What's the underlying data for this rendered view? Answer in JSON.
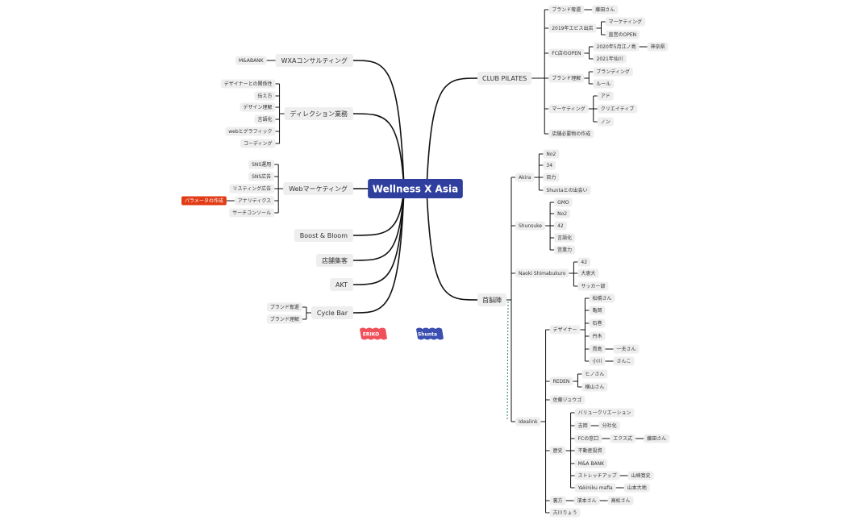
{
  "central": {
    "label": "Wellness X Asia",
    "color": "#2e3f9e"
  },
  "colors": {
    "line": "#111111",
    "node_bg": "#eeeeee",
    "dash": "#2a7f7a",
    "red_node": "#e23b16"
  },
  "left_topics": [
    {
      "id": "wxa",
      "label": "WXAコンサルティング",
      "children": [
        {
          "label": "M&ABANK"
        }
      ]
    },
    {
      "id": "direction",
      "label": "ディレクション業務",
      "children": [
        {
          "label": "デザイナーとの関係性"
        },
        {
          "label": "伝え方"
        },
        {
          "label": "デザイン理解"
        },
        {
          "label": "言語化"
        },
        {
          "label": "webとグラフィック"
        },
        {
          "label": "コーディング"
        }
      ]
    },
    {
      "id": "webmkt",
      "label": "Webマーケティング",
      "children": [
        {
          "label": "SNS運用"
        },
        {
          "label": "SNS広告"
        },
        {
          "label": "リスティング広告"
        },
        {
          "label": "アナリティクス",
          "children": [
            {
              "label": "パラメータの作成",
              "highlight": true
            }
          ]
        },
        {
          "label": "サーチコンソール"
        }
      ]
    },
    {
      "id": "boost",
      "label": "Boost & Bloom"
    },
    {
      "id": "store",
      "label": "店舗集客"
    },
    {
      "id": "akt",
      "label": "AKT"
    },
    {
      "id": "cyclebar",
      "label": "Cycle Bar",
      "children": [
        {
          "label": "ブランド奪還"
        },
        {
          "label": "ブランド理解"
        }
      ]
    }
  ],
  "tags": [
    {
      "label": "ERIKO",
      "color": "#f0505a"
    },
    {
      "label": "Shunta",
      "color": "#3a4fb0"
    }
  ],
  "right_topics": [
    {
      "id": "club",
      "label": "CLUB PILATES",
      "children": [
        {
          "label": "ブランド奪還",
          "children": [
            {
              "label": "藤田さん"
            }
          ]
        },
        {
          "label": "2019年エビス出店",
          "children": [
            {
              "label": "マーケティング"
            },
            {
              "label": "直営のOPEN"
            }
          ]
        },
        {
          "label": "FC店のOPEN",
          "children": [
            {
              "label": "2020年5月江ノ島",
              "children": [
                {
                  "label": "神奈県"
                }
              ]
            },
            {
              "label": "2021年仙川"
            }
          ]
        },
        {
          "label": "ブランド理解",
          "children": [
            {
              "label": "ブランディング"
            },
            {
              "label": "ルール"
            }
          ]
        },
        {
          "label": "マーケティング",
          "children": [
            {
              "label": "アド"
            },
            {
              "label": "クリエイティブ"
            },
            {
              "label": "ノン"
            }
          ]
        },
        {
          "label": "店舗必要物の作成"
        }
      ]
    },
    {
      "id": "shubo",
      "label": "首脳陣",
      "children": [
        {
          "label": "Akira",
          "children": [
            {
              "label": "No2"
            },
            {
              "label": "34"
            },
            {
              "label": "目力"
            },
            {
              "label": "Shuntaとの出会い"
            }
          ]
        },
        {
          "label": "Shunsuke",
          "children": [
            {
              "label": "GMO"
            },
            {
              "label": "No2"
            },
            {
              "label": "42"
            },
            {
              "label": "言語化"
            },
            {
              "label": "営業力"
            }
          ]
        },
        {
          "label": "Naoki Shimabukuro",
          "children": [
            {
              "label": "42"
            },
            {
              "label": "大恵大"
            },
            {
              "label": "サッカー部"
            }
          ]
        },
        {
          "label": "Idealink",
          "children": [
            {
              "label": "デザイナー",
              "children": [
                {
                  "label": "松橋さん"
                },
                {
                  "label": "亀岡"
                },
                {
                  "label": "石巻"
                },
                {
                  "label": "丹木"
                },
                {
                  "label": "貫島",
                  "children": [
                    {
                      "label": "一夫さん"
                    }
                  ]
                },
                {
                  "label": "小川",
                  "children": [
                    {
                      "label": "さんこ"
                    }
                  ]
                }
              ]
            },
            {
              "label": "REDEN",
              "children": [
                {
                  "label": "ヒノさん"
                },
                {
                  "label": "横山さん"
                }
              ]
            },
            {
              "label": "佐藤ジュウゴ"
            },
            {
              "label": "歴史",
              "children": [
                {
                  "label": "バリュークリエーション"
                },
                {
                  "label": "吉岡",
                  "children": [
                    {
                      "label": "分社化"
                    }
                  ]
                },
                {
                  "label": "FCの窓口",
                  "children": [
                    {
                      "label": "エクス式",
                      "children": [
                        {
                          "label": "藤田さん"
                        }
                      ]
                    }
                  ]
                },
                {
                  "label": "不動産投資"
                },
                {
                  "label": "M&A BANK"
                },
                {
                  "label": "ストレッチアップ",
                  "children": [
                    {
                      "label": "山崎寛史"
                    }
                  ]
                },
                {
                  "label": "Yakiniku mafia",
                  "children": [
                    {
                      "label": "山本大地"
                    }
                  ]
                }
              ]
            },
            {
              "label": "裏方",
              "children": [
                {
                  "label": "濱本さん",
                  "children": [
                    {
                      "label": "高松さん"
                    }
                  ]
                }
              ]
            },
            {
              "label": "古川りょう"
            }
          ]
        }
      ]
    }
  ]
}
